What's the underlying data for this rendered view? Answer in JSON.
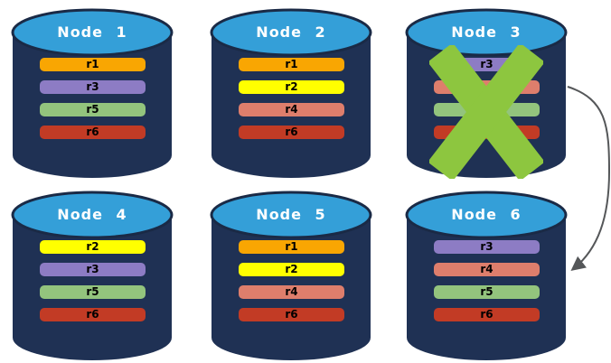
{
  "colors": {
    "background": "#FFFFFF",
    "cylinder_body": "#1F3154",
    "cylinder_top": "#349FD8",
    "cylinder_border": "#1A2A46",
    "node_title_text": "#FFFFFF",
    "row_text": "#000000",
    "row_orange": "#F9A602",
    "row_yellow": "#FFFF00",
    "row_purple": "#8D7CC4",
    "row_salmon": "#DE7E6C",
    "row_green": "#93C47D",
    "row_red": "#C23B25",
    "x_mark": "#8DC63F",
    "arrow": "#555759"
  },
  "nodes": [
    {
      "name": "Node 1",
      "crossed_out": false,
      "rows": [
        {
          "label": "r1",
          "color": "#F9A602"
        },
        {
          "label": "r3",
          "color": "#8D7CC4"
        },
        {
          "label": "r5",
          "color": "#93C47D"
        },
        {
          "label": "r6",
          "color": "#C23B25"
        }
      ]
    },
    {
      "name": "Node 2",
      "crossed_out": false,
      "rows": [
        {
          "label": "r1",
          "color": "#F9A602"
        },
        {
          "label": "r2",
          "color": "#FFFF00"
        },
        {
          "label": "r4",
          "color": "#DE7E6C"
        },
        {
          "label": "r6",
          "color": "#C23B25"
        }
      ]
    },
    {
      "name": "Node 3",
      "crossed_out": true,
      "rows": [
        {
          "label": "r3",
          "color": "#8D7CC4"
        },
        {
          "label": "",
          "color": "#DE7E6C"
        },
        {
          "label": "",
          "color": "#93C47D"
        },
        {
          "label": "",
          "color": "#C23B25"
        }
      ]
    },
    {
      "name": "Node 4",
      "crossed_out": false,
      "rows": [
        {
          "label": "r2",
          "color": "#FFFF00"
        },
        {
          "label": "r3",
          "color": "#8D7CC4"
        },
        {
          "label": "r5",
          "color": "#93C47D"
        },
        {
          "label": "r6",
          "color": "#C23B25"
        }
      ]
    },
    {
      "name": "Node 5",
      "crossed_out": false,
      "rows": [
        {
          "label": "r1",
          "color": "#F9A602"
        },
        {
          "label": "r2",
          "color": "#FFFF00"
        },
        {
          "label": "r4",
          "color": "#DE7E6C"
        },
        {
          "label": "r6",
          "color": "#C23B25"
        }
      ]
    },
    {
      "name": "Node 6",
      "crossed_out": false,
      "rows": [
        {
          "label": "r3",
          "color": "#8D7CC4"
        },
        {
          "label": "r4",
          "color": "#DE7E6C"
        },
        {
          "label": "r5",
          "color": "#93C47D"
        },
        {
          "label": "r6",
          "color": "#C23B25"
        }
      ]
    }
  ]
}
